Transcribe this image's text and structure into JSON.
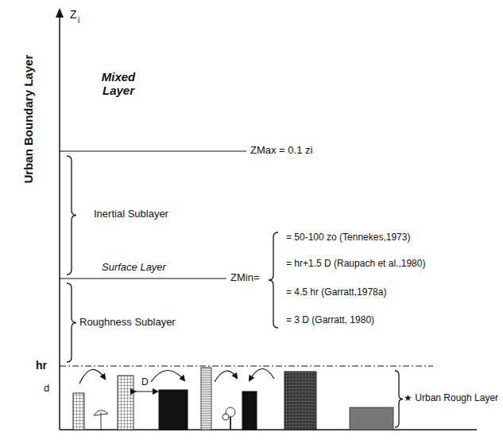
{
  "diagram": {
    "labels": [
      "Urban Boundary Layer",
      "Z",
      "i",
      "Mixed Layer",
      "ZMax = 0.1 zi",
      "Inertial Sublayer",
      "Surface Layer",
      "ZMin=",
      "= 50-100 zo (Tennekes,1973)",
      "= hr+1.5 D (Raupach et al.,1980)",
      "= 4.5 hr (Garratt,1978a)",
      "= 3 D (Garratt, 1980)",
      "Roughness Sublayer",
      "hr",
      "d",
      "D",
      "★ Urban Rough Layer"
    ]
  }
}
